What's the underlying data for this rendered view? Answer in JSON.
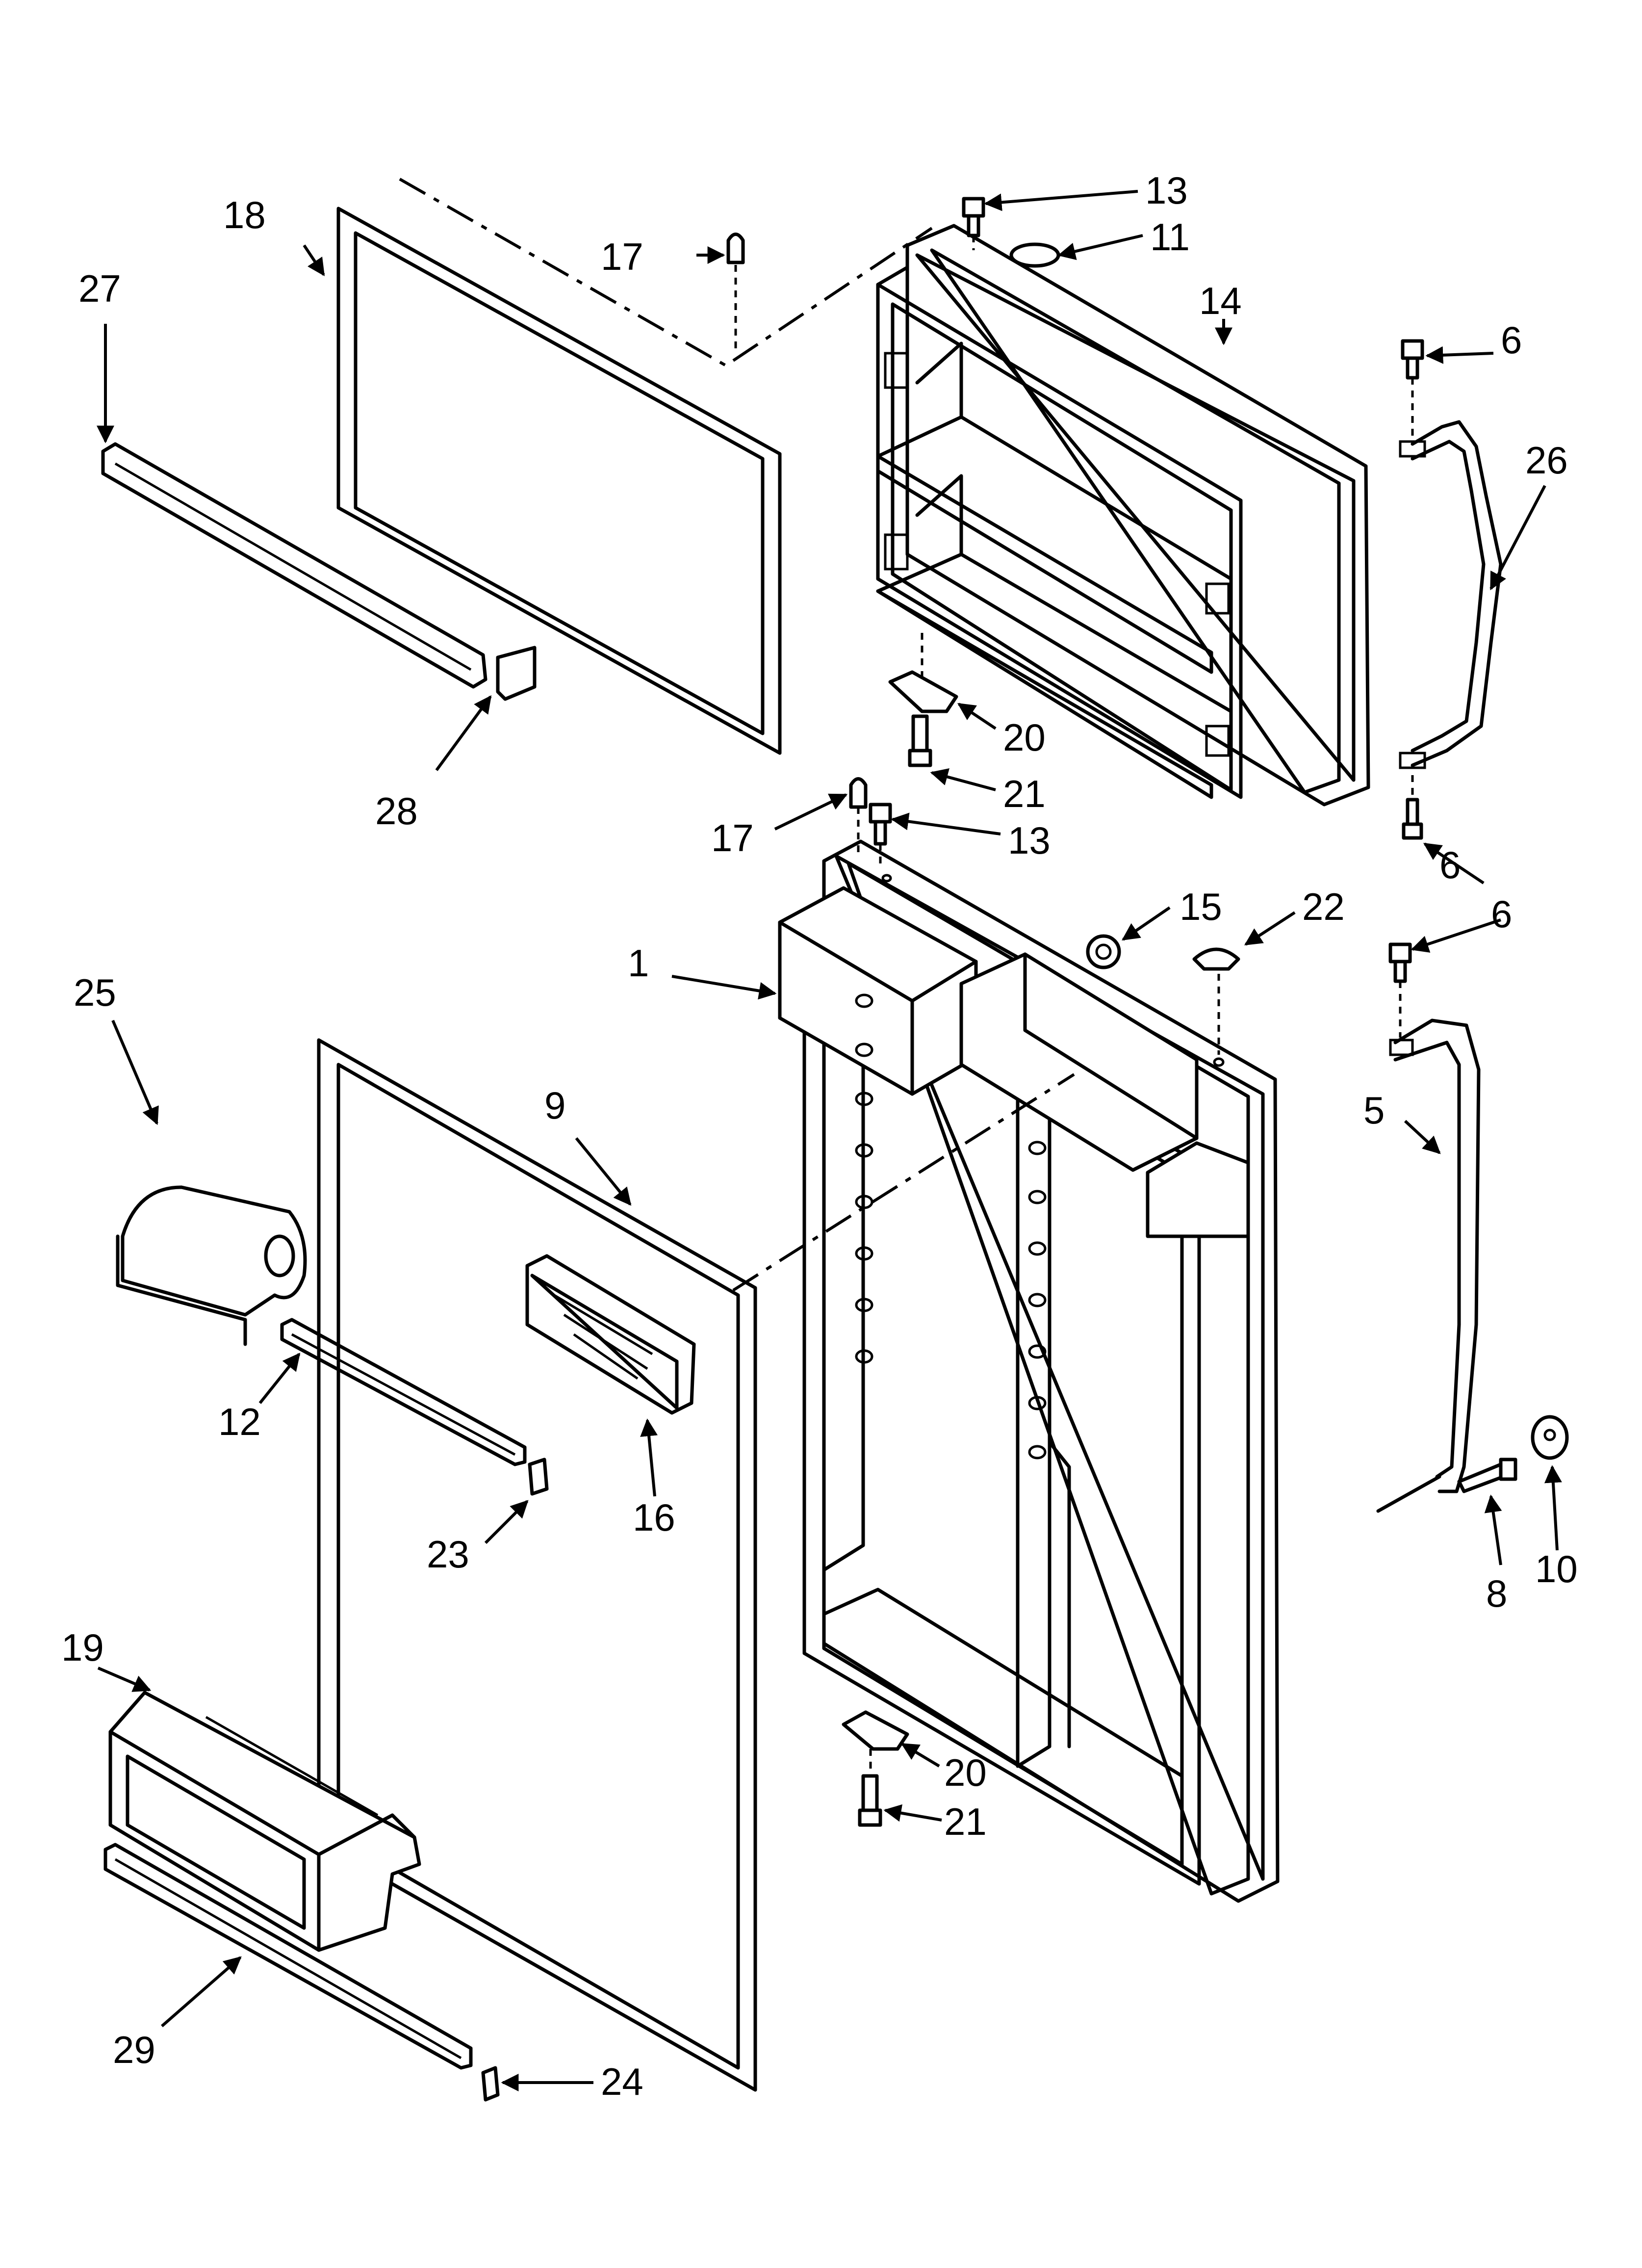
{
  "callouts": {
    "c1": "1",
    "c5": "5",
    "c6a": "6",
    "c6b": "6",
    "c6c": "6",
    "c8": "8",
    "c9": "9",
    "c10": "10",
    "c11": "11",
    "c12": "12",
    "c13a": "13",
    "c13b": "13",
    "c14": "14",
    "c15": "15",
    "c16": "16",
    "c17a": "17",
    "c17b": "17",
    "c18": "18",
    "c19": "19",
    "c20a": "20",
    "c20b": "20",
    "c21a": "21",
    "c21b": "21",
    "c22": "22",
    "c23": "23",
    "c24": "24",
    "c25": "25",
    "c26": "26",
    "c27": "27",
    "c28": "28",
    "c29": "29"
  },
  "colors": {
    "line": "#000000",
    "background": "#ffffff"
  }
}
